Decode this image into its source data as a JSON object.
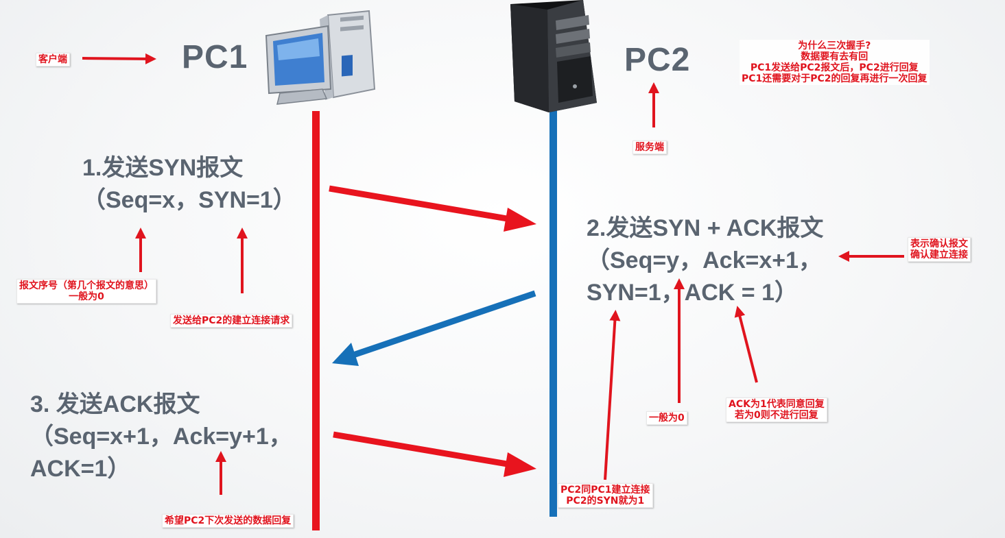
{
  "client": {
    "label": "PC1",
    "role_note": "客户端"
  },
  "server": {
    "label": "PC2",
    "role_note": "服务端"
  },
  "why_note": [
    "为什么三次握手?",
    "数据要有去有回",
    "PC1发送给PC2报文后，PC2进行回复",
    "PC1还需要对于PC2的回复再进行一次回复"
  ],
  "step1": {
    "title": "1.发送SYN报文",
    "params": "（Seq=x，SYN=1）"
  },
  "step2": {
    "title": "2.发送SYN + ACK报文",
    "params_line1": "（Seq=y，Ack=x+1，",
    "params_line2": "SYN=1，ACK = 1）"
  },
  "step3": {
    "title": "3. 发送ACK报文",
    "params_line1": "（Seq=x+1，Ack=y+1，",
    "params_line2": "ACK=1）"
  },
  "notes": {
    "seq_note": [
      "报文序号（第几个报文的意思）",
      "一般为0"
    ],
    "syn_note": "发送给PC2的建立连接请求",
    "ack_meaning": [
      "表示确认报文",
      "确认建立连接"
    ],
    "pc2_syn_note": [
      "PC2同PC1建立连接",
      "PC2的SYN就为1"
    ],
    "y_note": "一般为0",
    "ack1_note": [
      "ACK为1代表同意回复",
      "若为0则不进行回复"
    ],
    "ack_next_note": "希望PC2下次发送的数据回复"
  },
  "colors": {
    "client_line": "#e8141e",
    "server_line": "#1670b8",
    "annotation": "#e0141e",
    "text": "#5a6470"
  }
}
